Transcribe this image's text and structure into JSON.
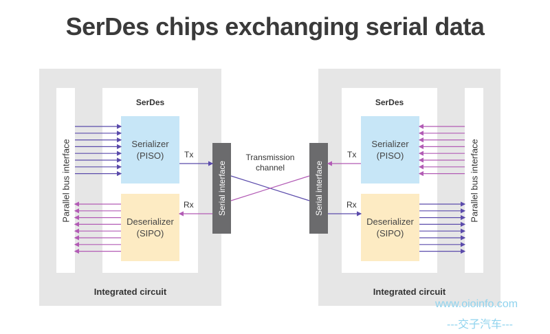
{
  "title": "SerDes chips exchanging serial data",
  "left": {
    "serdes": "SerDes",
    "serializer": "Serializer",
    "serializer_sub": "(PISO)",
    "deserializer": "Deserializer",
    "deserializer_sub": "(SIPO)",
    "tx": "Tx",
    "rx": "Rx",
    "parallel": "Parallel bus interface",
    "serial": "Serial interface",
    "ic": "Integrated circuit"
  },
  "right": {
    "serdes": "SerDes",
    "serializer": "Serializer",
    "serializer_sub": "(PISO)",
    "deserializer": "Deserializer",
    "deserializer_sub": "(SIPO)",
    "tx": "Tx",
    "rx": "Rx",
    "parallel": "Parallel bus interface",
    "serial": "Serial interface",
    "ic": "Integrated circuit"
  },
  "channel": {
    "line1": "Transmission",
    "line2": "channel"
  },
  "watermark": {
    "url": "www.oioinfo.com",
    "text": "---交子汽车---"
  },
  "colors": {
    "tx": "#5b4bab",
    "rx": "#b25bb5"
  }
}
